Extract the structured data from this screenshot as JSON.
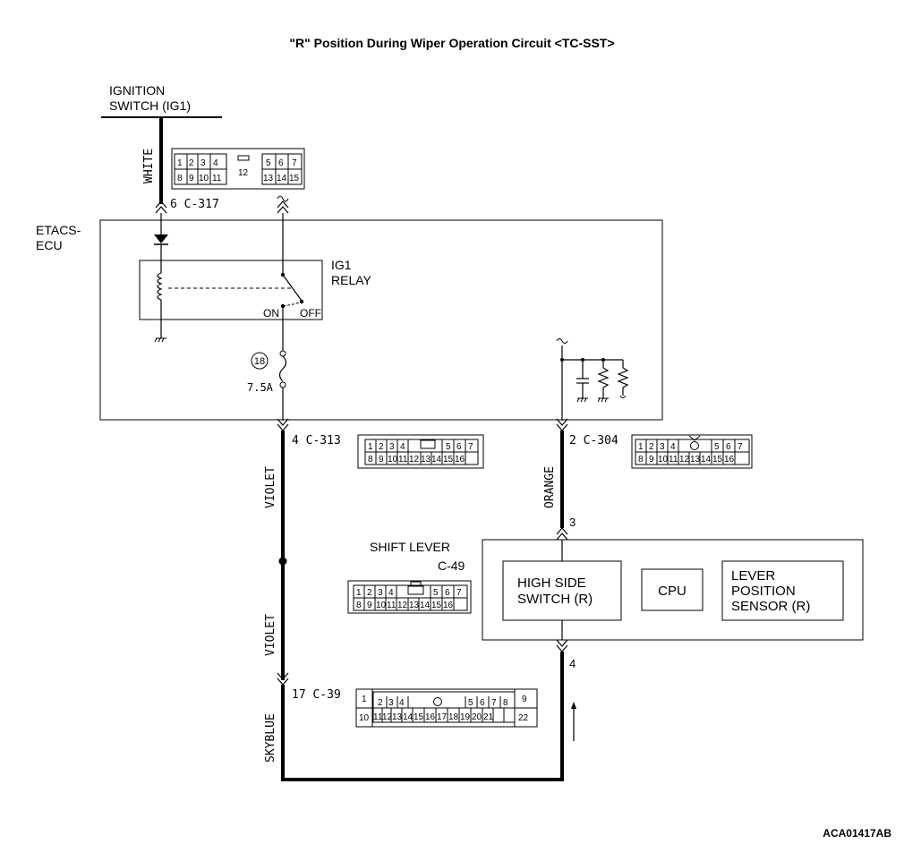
{
  "title": "\"R\" Position During Wiper Operation Circuit <TC-SST>",
  "ignition_switch": [
    "IGNITION",
    "SWITCH (IG1)"
  ],
  "etacs_ecu": [
    "ETACS-",
    "ECU"
  ],
  "ig1_relay": [
    "IG1",
    "RELAY"
  ],
  "relay_on": "ON",
  "relay_off": "OFF",
  "fuse_number": "18",
  "fuse_rating": "7.5A",
  "wire_colors": {
    "white": "WHITE",
    "violet_upper": "VIOLET",
    "violet_lower": "VIOLET",
    "skyblue": "SKYBLUE",
    "orange": "ORANGE"
  },
  "connector_refs": {
    "c317": "6  C-317",
    "c313": "4  C-313",
    "c304": "2  C-304",
    "c39": "17  C-39",
    "pin3": "3",
    "pin4": "4"
  },
  "shift_lever": [
    "SHIFT LEVER",
    "C-49"
  ],
  "components": {
    "high_side_switch": [
      "HIGH SIDE",
      "SWITCH (R)"
    ],
    "cpu": "CPU",
    "lever_position_sensor": [
      "LEVER",
      "POSITION",
      "SENSOR (R)"
    ]
  },
  "connectors": {
    "c317": {
      "top": [
        "1",
        "2",
        "3",
        "4"
      ],
      "top_right": [
        "5",
        "6",
        "7"
      ],
      "bottom": [
        "8",
        "9",
        "10",
        "11"
      ],
      "bottom_right": [
        "13",
        "14",
        "15"
      ],
      "center": "12"
    },
    "c16": {
      "top_left": [
        "1",
        "2",
        "3",
        "4"
      ],
      "top_right": [
        "5",
        "6",
        "7"
      ],
      "bottom": [
        "8",
        "9",
        "10",
        "11",
        "12",
        "13",
        "14",
        "15",
        "16"
      ]
    },
    "c39": {
      "top_a": [
        "1"
      ],
      "top_b": [
        "2",
        "3",
        "4"
      ],
      "top_c": [
        "5",
        "6",
        "7",
        "8"
      ],
      "top_d": [
        "9"
      ],
      "bottom": [
        "10",
        "11",
        "12",
        "13",
        "14",
        "15",
        "16",
        "17",
        "18",
        "19",
        "20",
        "21",
        "22"
      ]
    }
  },
  "diagram_id": "ACA01417AB"
}
